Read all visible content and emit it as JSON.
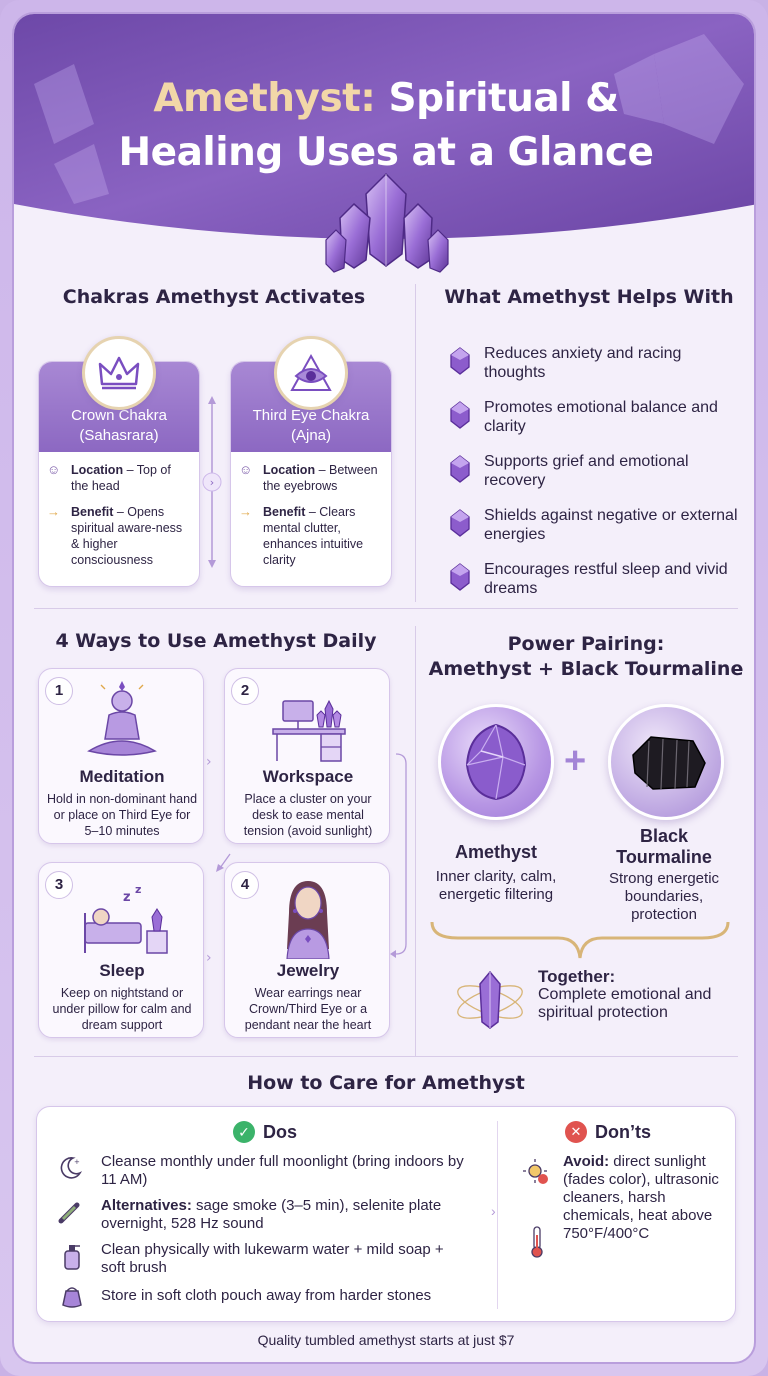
{
  "title": {
    "accent": "Amethyst:",
    "line1_rest": " Spiritual &",
    "line2": "Healing Uses at a Glance"
  },
  "chakras": {
    "heading": "Chakras Amethyst Activates",
    "items": [
      {
        "name_line1": "Crown Chakra",
        "name_line2": "(Sahasrara)",
        "location_label": "Location",
        "location_text": " – Top of the head",
        "benefit_label": "Benefit",
        "benefit_text": " – Opens spiritual aware-ness & higher consciousness"
      },
      {
        "name_line1": "Third Eye Chakra",
        "name_line2": "(Ajna)",
        "location_label": "Location",
        "location_text": " – Between the eyebrows",
        "benefit_label": "Benefit",
        "benefit_text": " – Clears mental clutter, enhances intuitive clarity"
      }
    ]
  },
  "helps": {
    "heading": "What Amethyst Helps With",
    "items": [
      "Reduces anxiety and racing thoughts",
      "Promotes emotional balance and clarity",
      "Supports grief and emotional recovery",
      "Shields against negative or external energies",
      "Encourages restful sleep and vivid dreams"
    ]
  },
  "ways": {
    "heading": "4 Ways to Use Amethyst Daily",
    "items": [
      {
        "num": "1",
        "title": "Meditation",
        "desc": "Hold in non-dominant hand or place on Third Eye for 5–10 minutes"
      },
      {
        "num": "2",
        "title": "Workspace",
        "desc": "Place a cluster on your desk to ease mental tension (avoid sunlight)"
      },
      {
        "num": "3",
        "title": "Sleep",
        "desc": "Keep on nightstand or under pillow for calm and dream support"
      },
      {
        "num": "4",
        "title": "Jewelry",
        "desc": "Wear earrings near Crown/Third Eye or a pendant near the heart"
      }
    ]
  },
  "pairing": {
    "heading_line1": "Power Pairing:",
    "heading_line2": "Amethyst + Black Tourmaline",
    "plus": "+",
    "stone1_name": "Amethyst",
    "stone1_desc": "Inner clarity, calm, energetic filtering",
    "stone2_name_line1": "Black",
    "stone2_name_line2": "Tourmaline",
    "stone2_desc": "Strong energetic boundaries, protection",
    "together_label": "Together:",
    "together_text": "Complete emotional and spiritual protection"
  },
  "care": {
    "heading": "How to Care for Amethyst",
    "dos_title": "Dos",
    "dos": [
      {
        "icon": "moon-icon",
        "bold": "",
        "text": "Cleanse monthly under full moonlight (bring indoors by 11 AM)"
      },
      {
        "icon": "sage-icon",
        "bold": "Alternatives:",
        "text": " sage smoke (3–5 min), selenite plate overnight, 528 Hz sound"
      },
      {
        "icon": "soap-icon",
        "bold": "",
        "text": "Clean physically with lukewarm water + mild soap + soft brush"
      },
      {
        "icon": "pouch-icon",
        "bold": "",
        "text": "Store in soft cloth pouch away from harder stones"
      }
    ],
    "donts_title": "Don’ts",
    "donts_bold": "Avoid:",
    "donts_text": " direct sunlight (fades color), ultrasonic cleaners, harsh chemicals, heat above 750°F/400°C"
  },
  "footer": "Quality tumbled amethyst starts at just $7",
  "colors": {
    "accent_purple": "#8c68c2",
    "gold": "#f2d7a8",
    "check_green": "#3bb36a",
    "cross_red": "#e0534f"
  }
}
